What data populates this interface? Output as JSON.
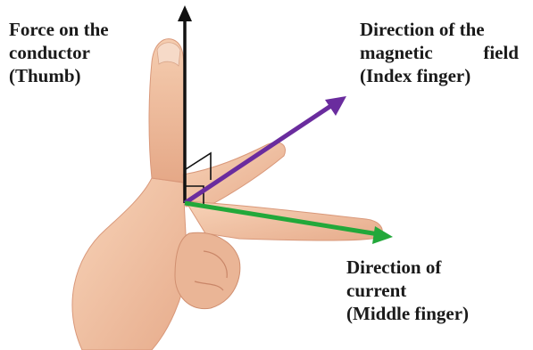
{
  "labels": {
    "force": {
      "line1": "Force on the",
      "line2": "conductor",
      "line3": "(Thumb)"
    },
    "field": {
      "line1": "Direction of the",
      "line2a": "magnetic",
      "line2b": "field",
      "line3": "(Index finger)"
    },
    "current": {
      "line1": "Direction of",
      "line2": "current",
      "line3": "(Middle finger)"
    }
  },
  "colors": {
    "force_arrow": "#111111",
    "field_arrow": "#6a2c9e",
    "current_arrow": "#22a83a",
    "skin": "#f2c6a6"
  },
  "icons": [
    "hand-illustration",
    "right-angle-marker"
  ]
}
